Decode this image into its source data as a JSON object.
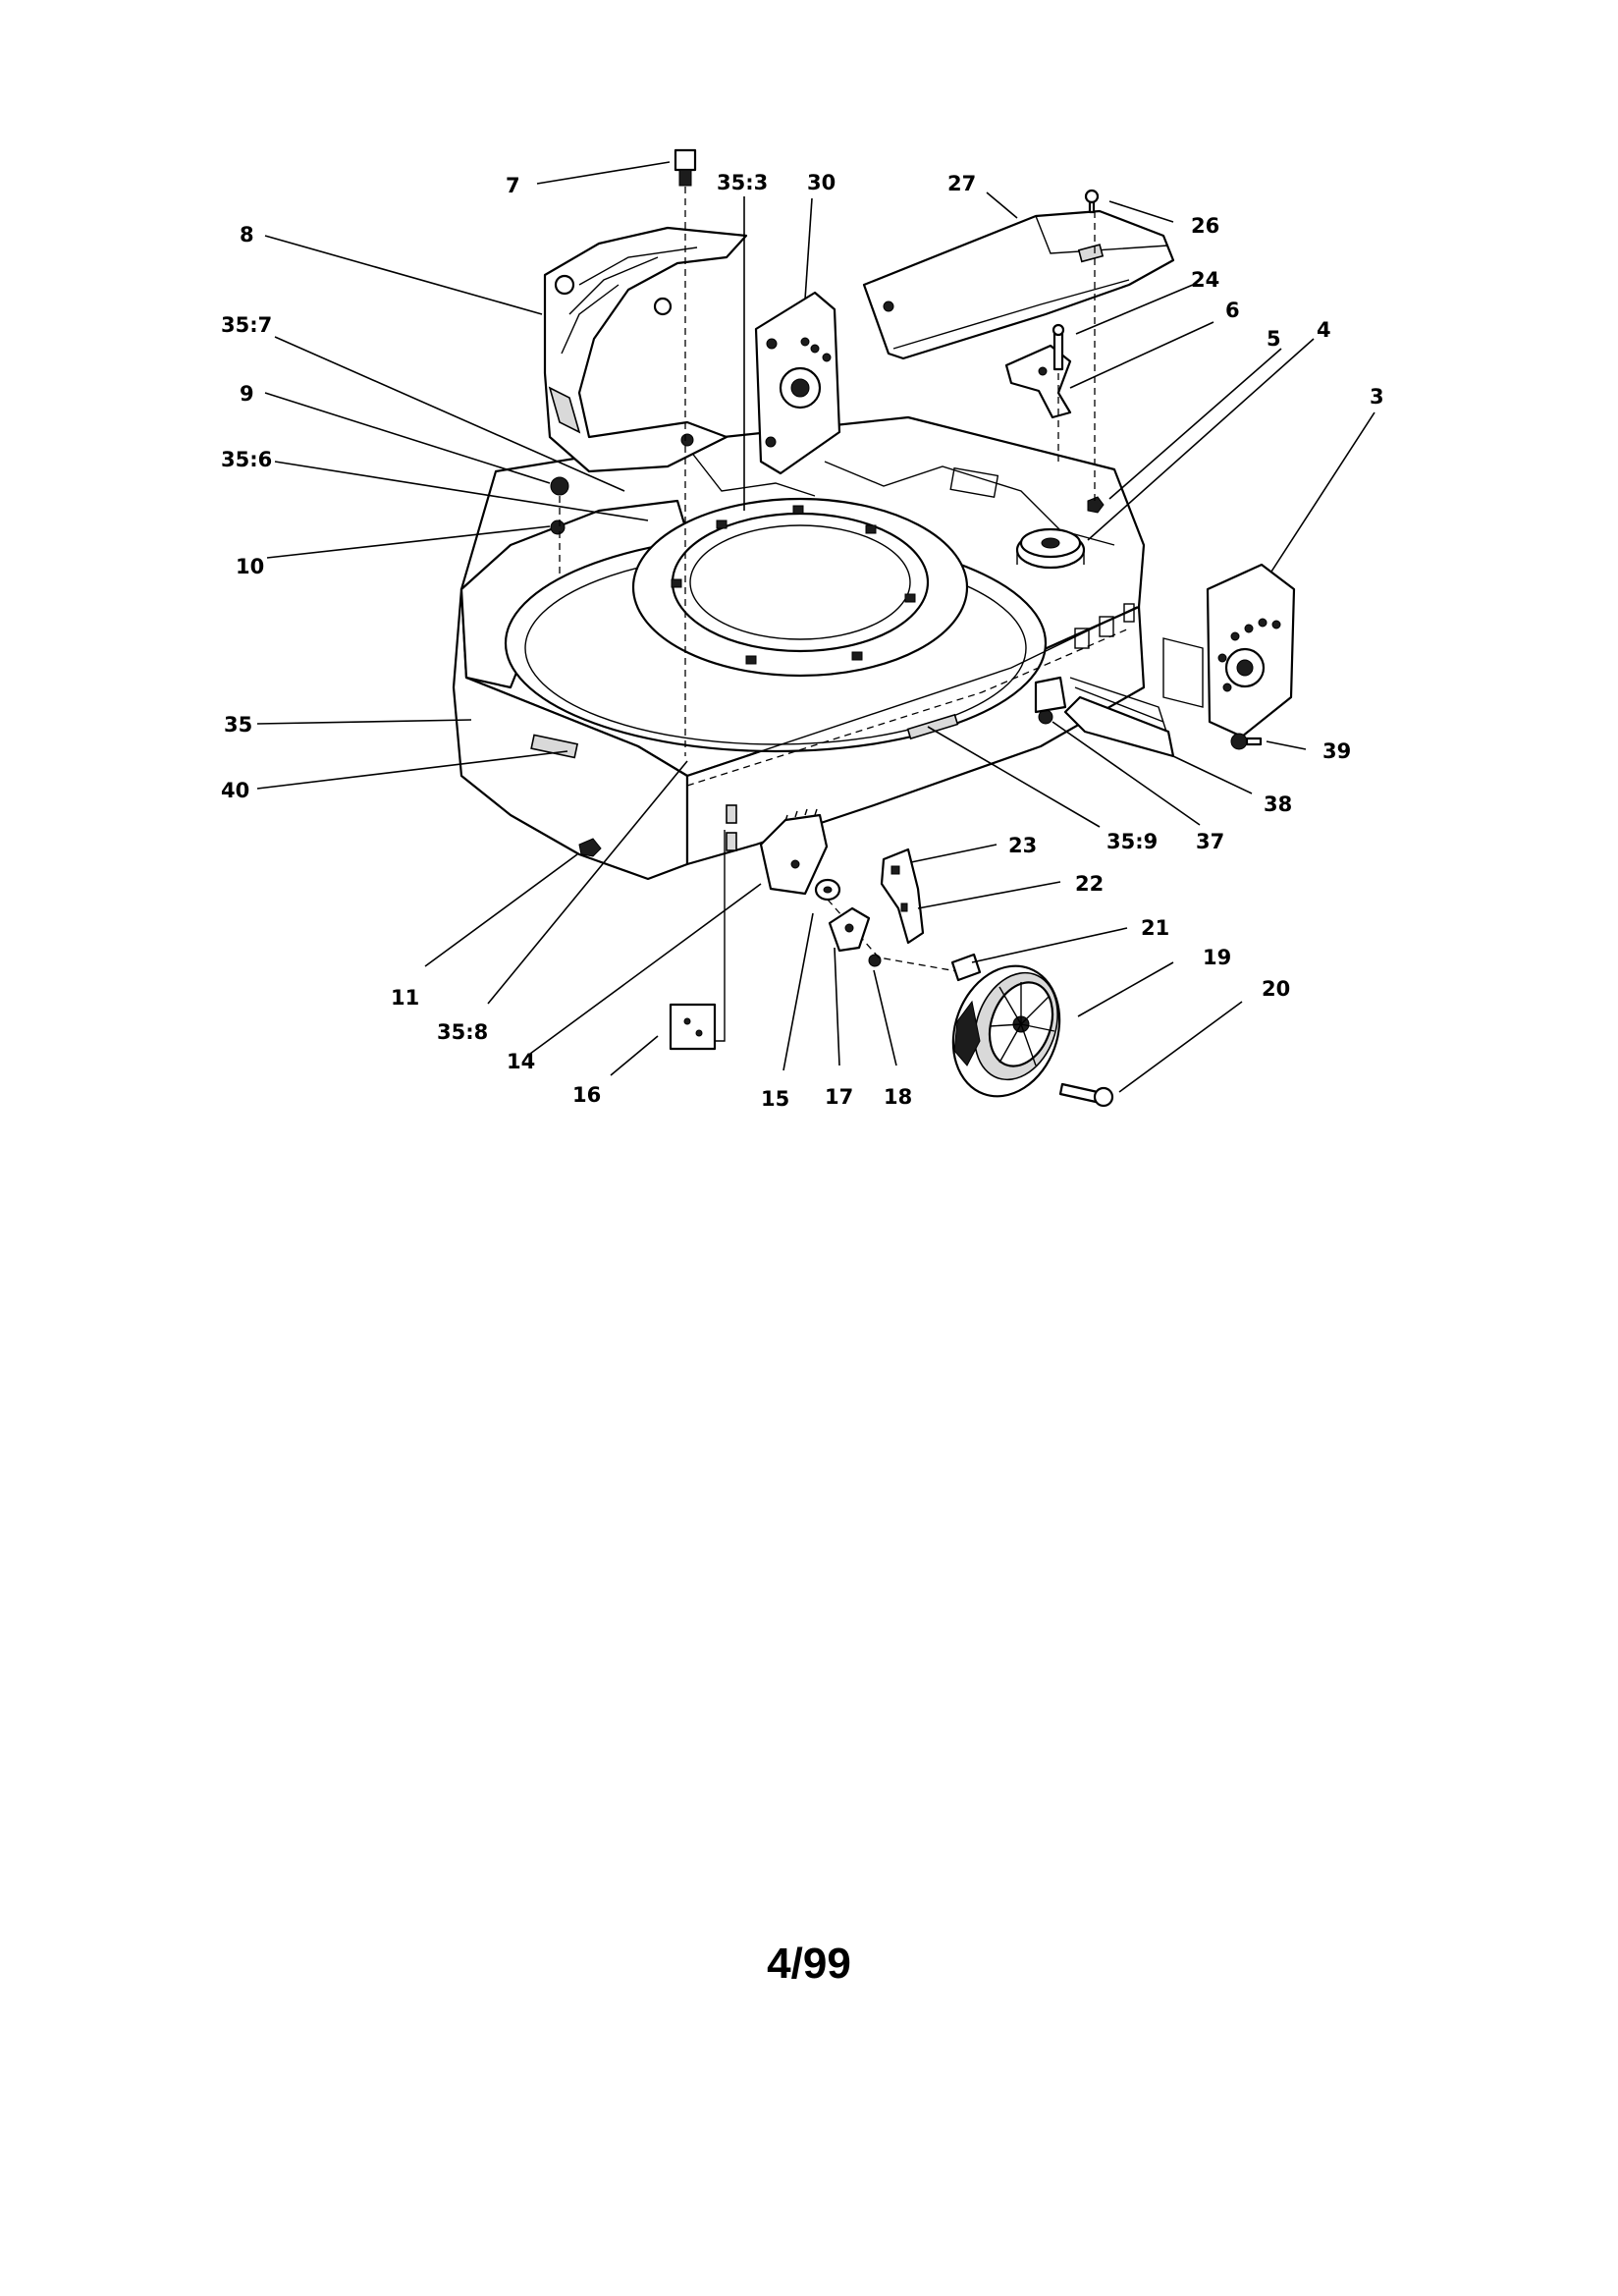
{
  "callouts": {
    "c7": "7",
    "c35_3": "35:3",
    "c30": "30",
    "c27": "27",
    "c26": "26",
    "c8": "8",
    "c24": "24",
    "c6": "6",
    "c35_7": "35:7",
    "c5": "5",
    "c4": "4",
    "c3": "3",
    "c9": "9",
    "c35_6": "35:6",
    "c10": "10",
    "c35": "35",
    "c39": "39",
    "c40": "40",
    "c38": "38",
    "c35_9": "35:9",
    "c37": "37",
    "c23": "23",
    "c22": "22",
    "c21": "21",
    "c19": "19",
    "c20": "20",
    "c11": "11",
    "c35_8": "35:8",
    "c14": "14",
    "c16": "16",
    "c15": "15",
    "c17": "17",
    "c18": "18"
  },
  "page_number": "4/99"
}
